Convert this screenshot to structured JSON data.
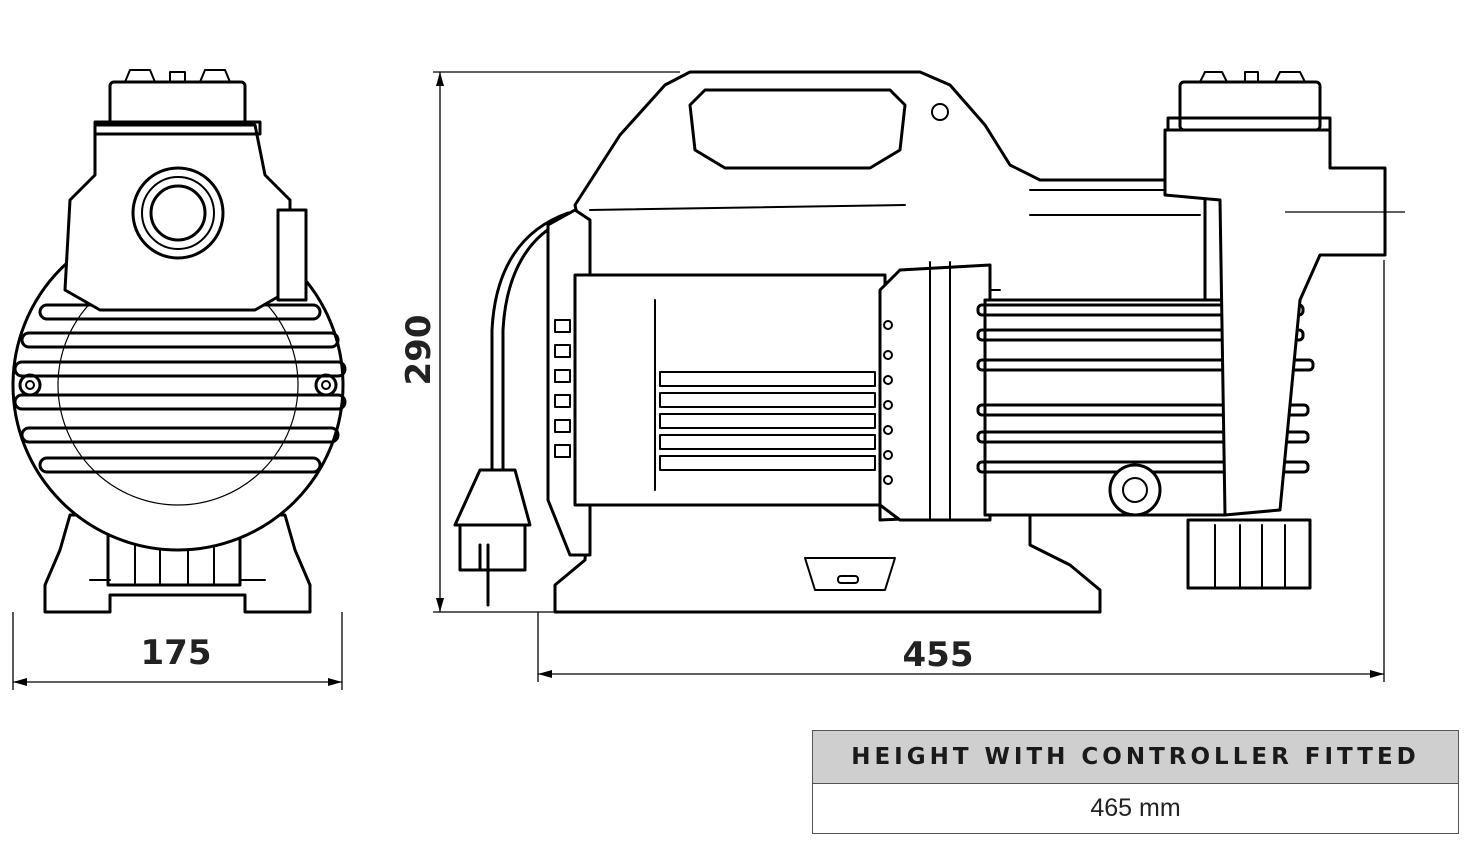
{
  "dimensions": {
    "width_front": "175",
    "length_side": "455",
    "height_side": "290"
  },
  "spec_table": {
    "header": "HEIGHT WITH CONTROLLER FITTED",
    "value": "465 mm"
  },
  "colors": {
    "line": "#000000",
    "table_header_bg": "#cfcfcf",
    "text": "#222222"
  }
}
